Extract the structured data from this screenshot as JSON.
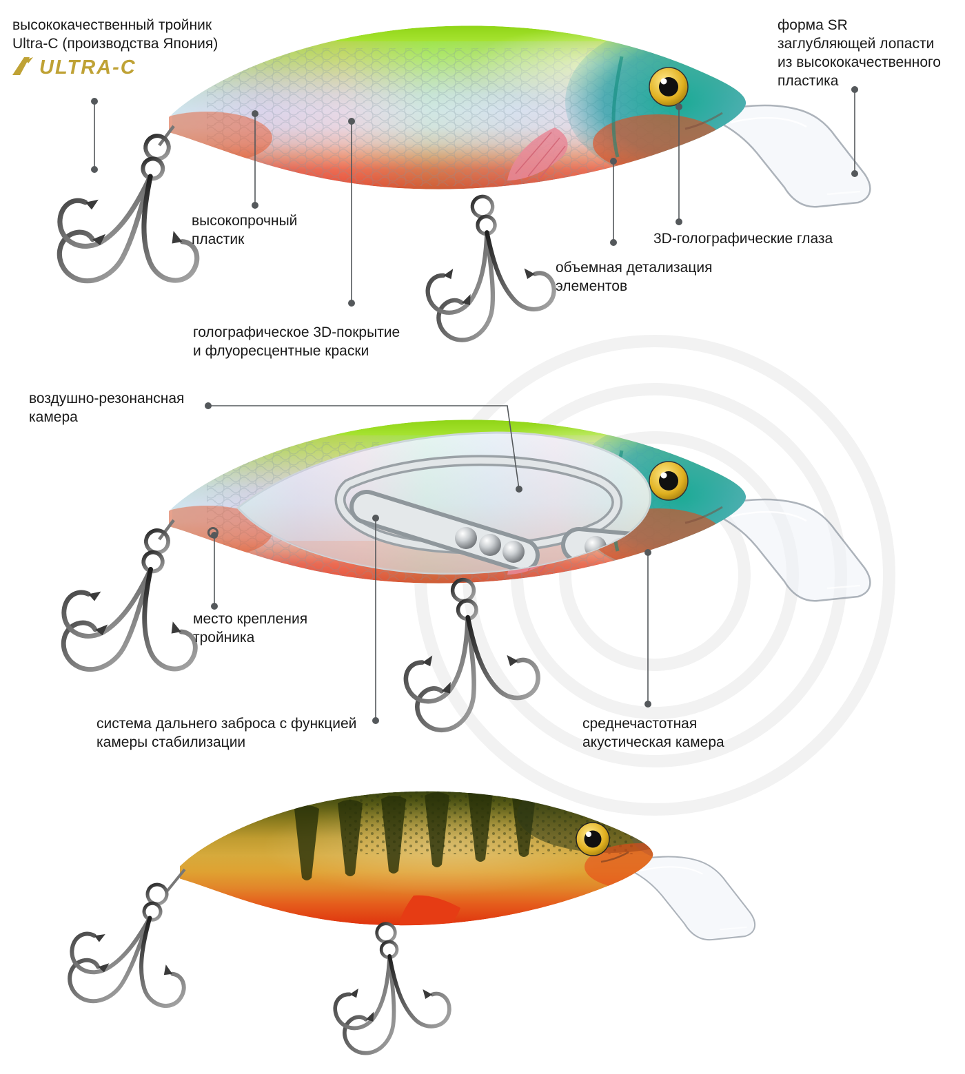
{
  "labels": {
    "treble": "высококачественный тройник\nUltra-C (производства Япония)",
    "logo_text": "ULTRA-C",
    "sr_lip": "форма SR\nзаглубляющей лопасти\nиз высококачественного\nпластика",
    "durable_plastic": "высокопрочный\nпластик",
    "holo_coating": "голографическое 3D-покрытие\nи флуоресцентные краски",
    "volume_detail": "объемная детализация\nэлементов",
    "holo_eyes": "3D-голографические глаза",
    "air_chamber": "воздушно-резонансная\nкамера",
    "hook_mount": "место крепления\nтройника",
    "casting_system": "система дальнего заброса с функцией\nкамеры стабилизации",
    "acoustic_chamber": "среднечастотная\nакустическая камера"
  },
  "colors": {
    "accent_gold": "#bfa235",
    "leader_line": "#54585b",
    "text": "#1a1a1a",
    "lure_back_green": "#9edc1e",
    "lure_belly_red": "#e23a12",
    "perch_gold": "#d6aa3c"
  }
}
